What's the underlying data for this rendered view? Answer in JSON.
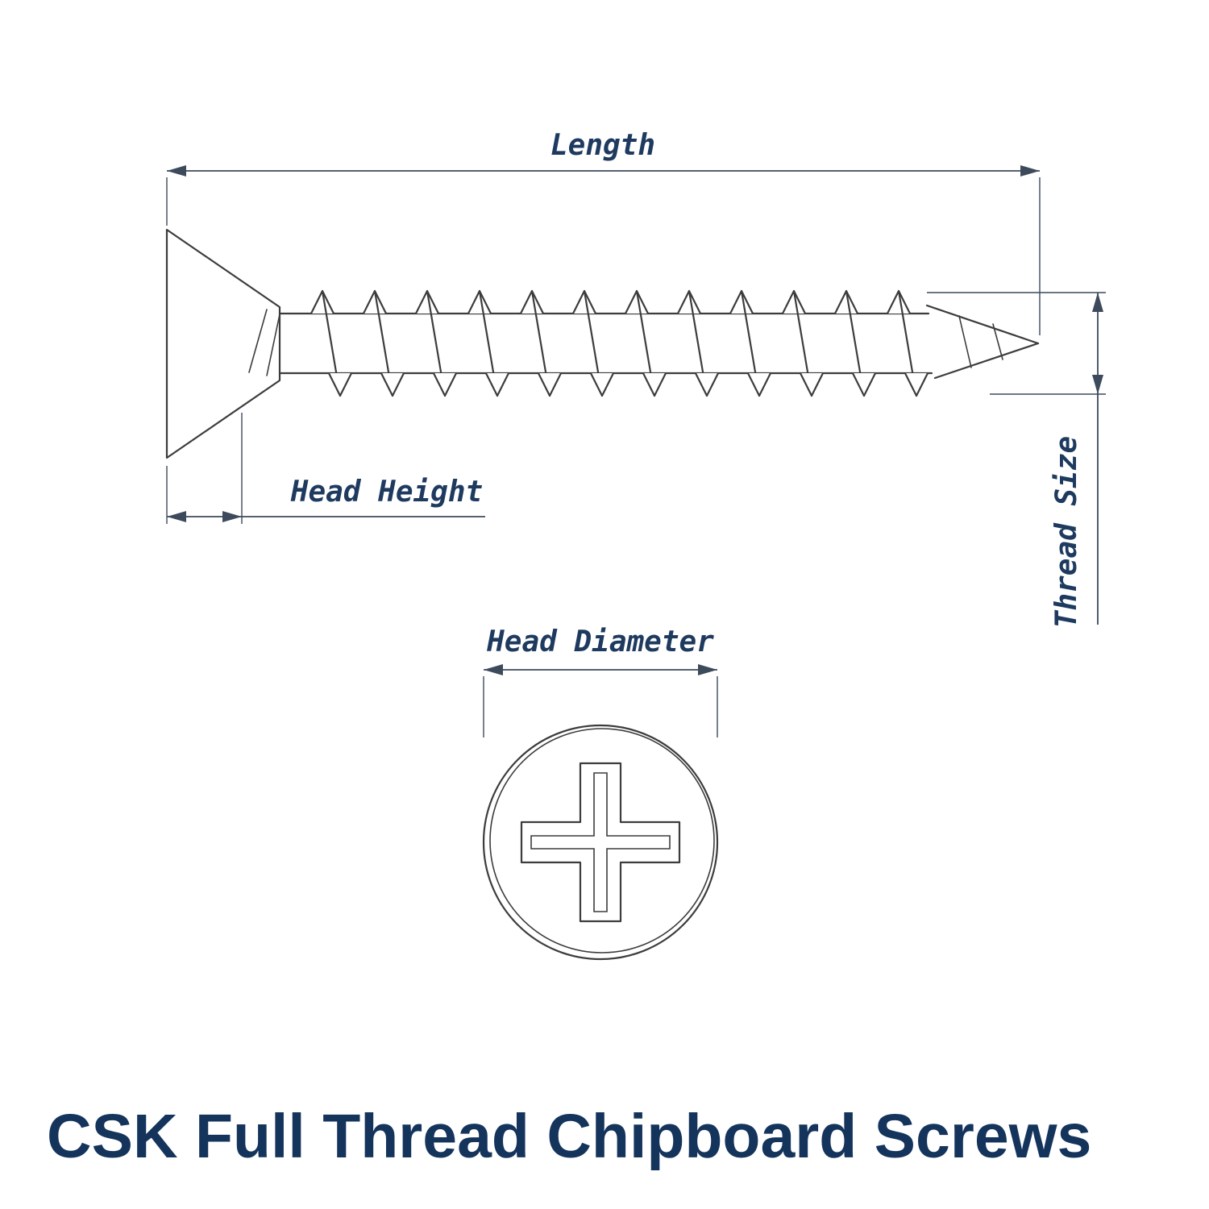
{
  "title": "CSK Full Thread Chipboard Screws",
  "dimensions": {
    "length": "Length",
    "head_height": "Head Height",
    "thread_size": "Thread Size",
    "head_diameter": "Head Diameter"
  },
  "colors": {
    "drawing_line": "#3c3c3c",
    "dimension_line": "#3d4a5c",
    "label_text": "#1e3a5f",
    "title_text": "#14345c",
    "background": "#ffffff"
  }
}
